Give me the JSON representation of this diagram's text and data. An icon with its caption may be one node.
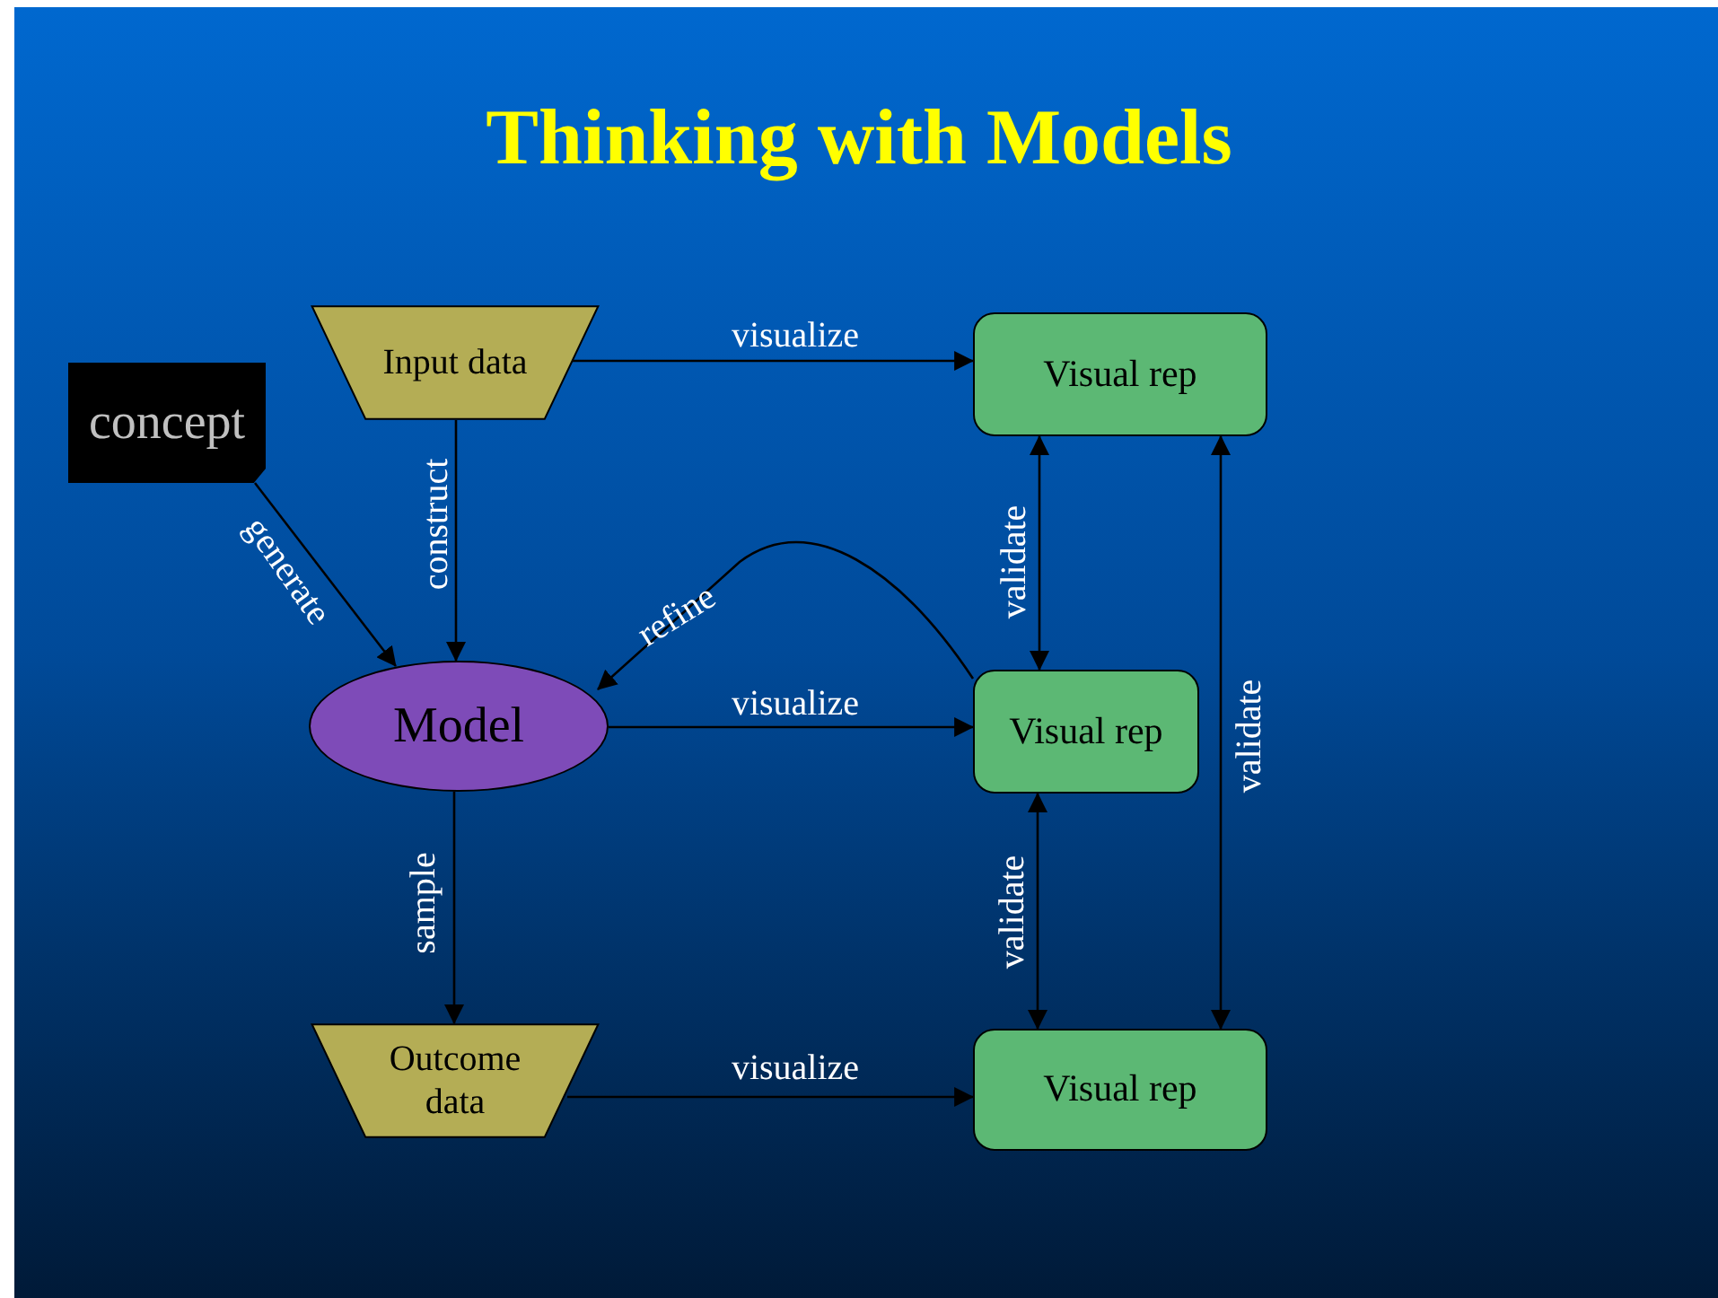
{
  "diagram": {
    "title": "Thinking with Models",
    "nodes": [
      {
        "text": [
          "concept"
        ]
      },
      {
        "text": [
          "Input data"
        ]
      },
      {
        "text": [
          "Model"
        ]
      },
      {
        "text": [
          "Outcome data"
        ]
      },
      {
        "text": [
          "Visual rep"
        ]
      },
      {
        "text": [
          "Visual rep"
        ]
      },
      {
        "text": [
          "Visual rep"
        ]
      }
    ],
    "edges": [
      {
        "from": 1,
        "to": 4,
        "arrow": "to",
        "label": "visualize"
      },
      {
        "from": 0,
        "to": 2,
        "arrow": "to",
        "label": "generate"
      },
      {
        "from": 1,
        "to": 2,
        "arrow": "to",
        "label": "construct"
      },
      {
        "from": 5,
        "to": 2,
        "arrow": "to",
        "label": "refine"
      },
      {
        "from": 2,
        "to": 5,
        "arrow": "to",
        "label": "visualize"
      },
      {
        "from": 2,
        "to": 3,
        "arrow": "to",
        "label": "sample"
      },
      {
        "from": 3,
        "to": 6,
        "arrow": "to",
        "label": "visualize"
      },
      {
        "from": 4,
        "to": 5,
        "arrow": "both",
        "label": "validate"
      },
      {
        "from": 5,
        "to": 6,
        "arrow": "both",
        "label": "validate"
      },
      {
        "from": 4,
        "to": 6,
        "arrow": "both",
        "label": "validate"
      }
    ]
  }
}
